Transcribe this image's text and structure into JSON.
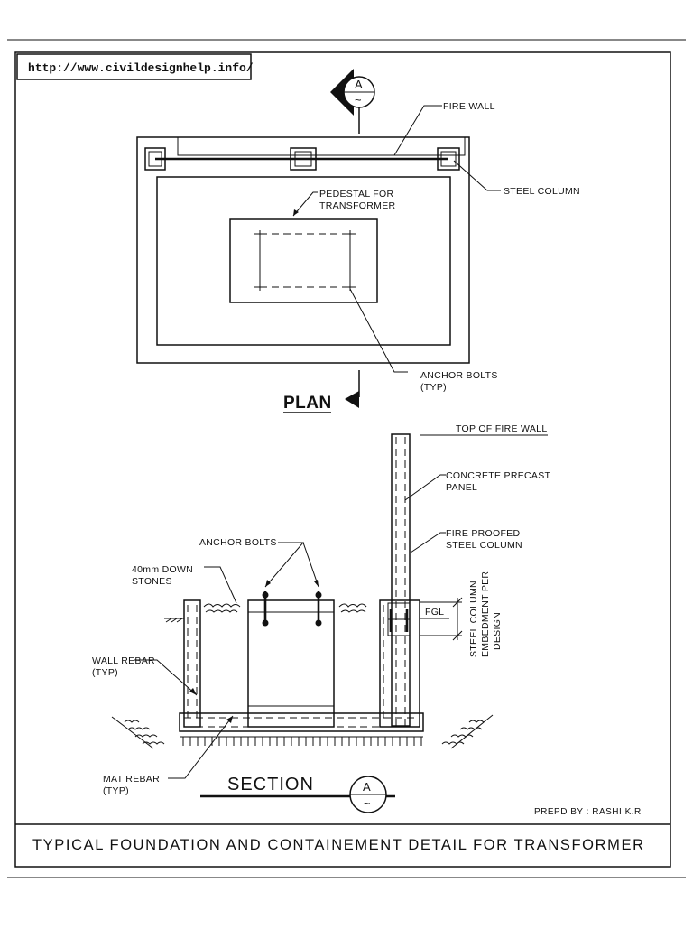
{
  "url": "http://www.civildesignhelp.info/",
  "plan": {
    "title": "PLAN",
    "labels": {
      "fire_wall": "FIRE WALL",
      "steel_column": "STEEL COLUMN",
      "pedestal_1": "PEDESTAL FOR",
      "pedestal_2": "TRANSFORMER",
      "anchor_bolts_1": "ANCHOR BOLTS",
      "anchor_bolts_2": "(TYP)"
    },
    "section_mark": {
      "letter": "A",
      "sheet": "~"
    }
  },
  "section": {
    "title": "SECTION",
    "mark": {
      "letter": "A",
      "sheet": "~"
    },
    "labels": {
      "top_of_fire_wall": "TOP OF FIRE WALL",
      "precast_1": "CONCRETE PRECAST",
      "precast_2": "PANEL",
      "fireproof_1": "FIRE PROOFED",
      "fireproof_2": "STEEL COLUMN",
      "anchor_bolts": "ANCHOR BOLTS",
      "stones_1": "40mm DOWN",
      "stones_2": "STONES",
      "fgl": "FGL",
      "embed_1": "STEEL COLUMN",
      "embed_2": "EMBEDMENT PER",
      "embed_3": "DESIGN",
      "wall_rebar_1": "WALL REBAR",
      "wall_rebar_2": "(TYP)",
      "mat_rebar_1": "MAT REBAR",
      "mat_rebar_2": "(TYP)"
    }
  },
  "prepared_by": "PREPD BY : RASHI K.R",
  "drawing_title": "TYPICAL FOUNDATION AND CONTAINEMENT DETAIL FOR TRANSFORMER"
}
